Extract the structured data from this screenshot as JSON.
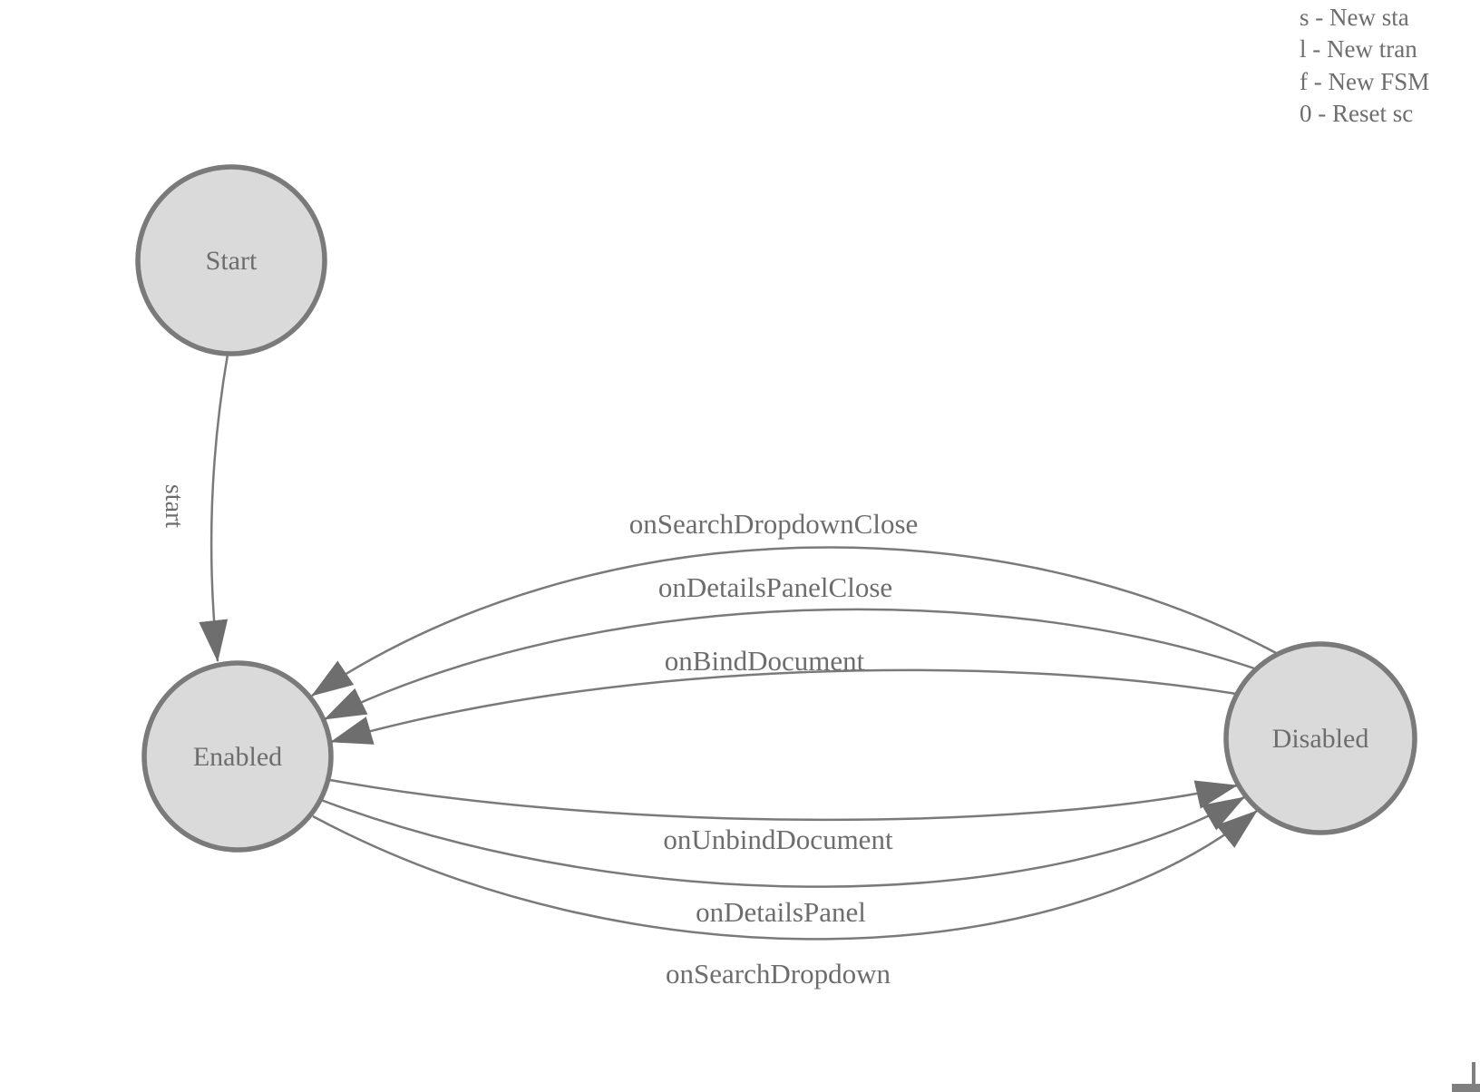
{
  "diagram": {
    "states": [
      {
        "id": "start",
        "label": "Start"
      },
      {
        "id": "enabled",
        "label": "Enabled"
      },
      {
        "id": "disabled",
        "label": "Disabled"
      }
    ],
    "transitions": [
      {
        "label": "start",
        "from": "Start",
        "to": "Enabled"
      },
      {
        "label": "onSearchDropdownClose",
        "from": "Disabled",
        "to": "Enabled"
      },
      {
        "label": "onDetailsPanelClose",
        "from": "Disabled",
        "to": "Enabled"
      },
      {
        "label": "onBindDocument",
        "from": "Disabled",
        "to": "Enabled"
      },
      {
        "label": "onUnbindDocument",
        "from": "Enabled",
        "to": "Disabled"
      },
      {
        "label": "onDetailsPanel",
        "from": "Enabled",
        "to": "Disabled"
      },
      {
        "label": "onSearchDropdown",
        "from": "Enabled",
        "to": "Disabled"
      }
    ]
  },
  "legend": {
    "items": [
      "s - New sta",
      "l - New tran",
      "f - New FSM",
      "0 - Reset sc"
    ]
  },
  "colors": {
    "background": "#ffffff",
    "node_fill": "#dadada",
    "node_stroke": "#7a7a7a",
    "edge_stroke": "#7a7a7a",
    "arrowhead": "#6e6e6e",
    "text": "#6d6d6d"
  }
}
